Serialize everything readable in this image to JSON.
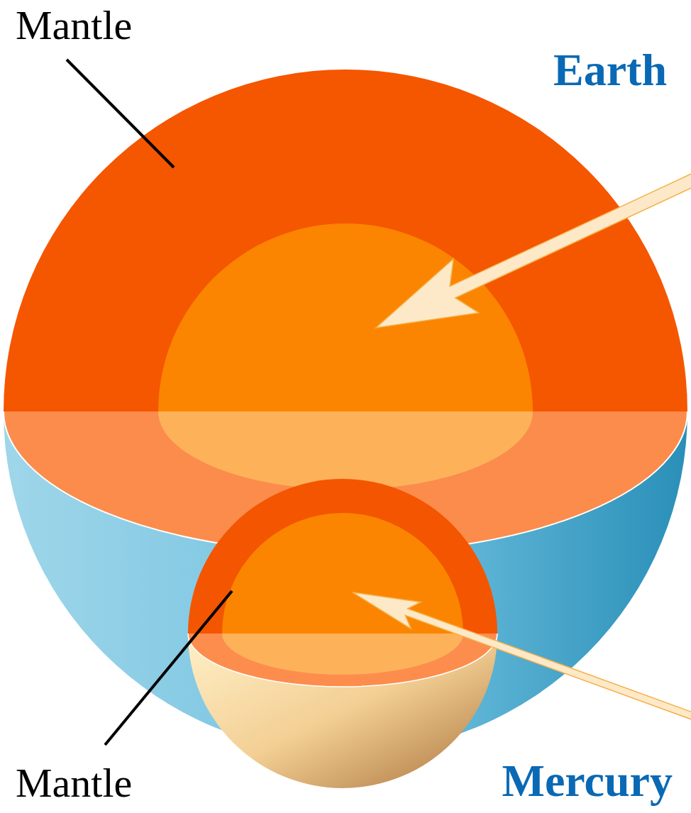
{
  "diagram": {
    "labels": [
      "Mantle",
      "Earth",
      "Mantle",
      "Mercury"
    ]
  }
}
